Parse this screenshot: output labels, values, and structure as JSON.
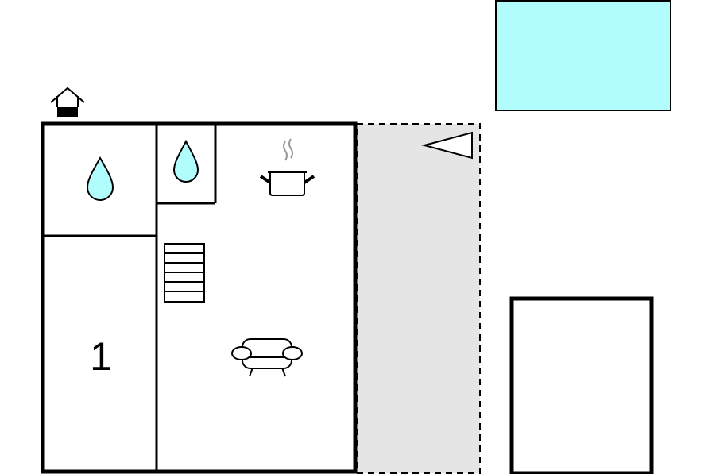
{
  "floorplan": {
    "rooms": [
      {
        "id": "bedroom",
        "label": "1",
        "icon": "bed-number-label"
      },
      {
        "id": "bathroom",
        "icon": "water-drop-icon"
      },
      {
        "id": "wc",
        "icon": "water-drop-icon"
      },
      {
        "id": "kitchen",
        "icon": "cooking-pot-icon"
      },
      {
        "id": "living",
        "icons": [
          "staircase-icon",
          "sofa-icon"
        ]
      }
    ],
    "terrace": {
      "icon": "compass-arrow-icon",
      "style": "dashed"
    },
    "pool": {
      "color": "#b1fdfd"
    },
    "outbuilding": {},
    "entrance": {
      "icon": "house-entrance-icon"
    }
  },
  "colors": {
    "wall": "#000000",
    "water": "#b1fdfd",
    "terrace": "#e5e5e5",
    "icon_stroke": "#000000",
    "steam": "#999999"
  }
}
